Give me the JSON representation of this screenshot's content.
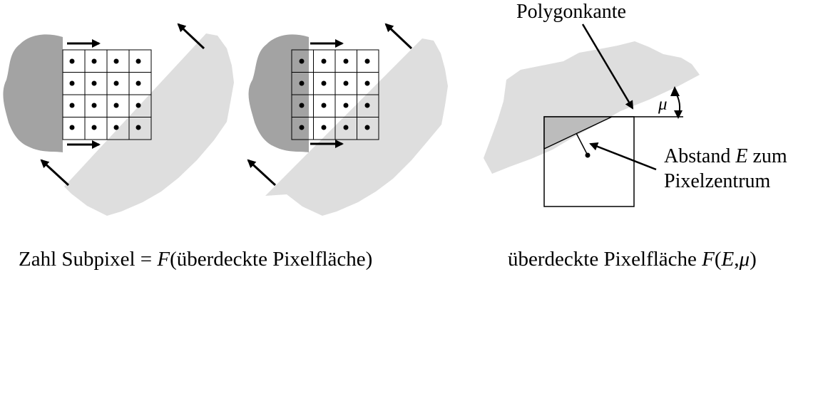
{
  "labels": {
    "edge": "Polygonkante",
    "mu_symbol": "μ",
    "distance_line1_prefix": "Abstand ",
    "distance_var": "E",
    "distance_line1_suffix": " zum",
    "distance_line2": "Pixelzentrum"
  },
  "captions": {
    "left_prefix": "Zahl Subpixel = ",
    "left_func": "F",
    "left_suffix": "(überdeckte Pixelfläche)",
    "right_prefix": "überdeckte Pixelfläche ",
    "right_func": "F",
    "right_open": "(",
    "right_var_e": "E",
    "right_comma": ",",
    "right_var_mu": "μ",
    "right_close": ")"
  },
  "colors": {
    "dark_shape": "#a3a3a3",
    "light_shape": "#dedede",
    "covered_triangle": "#bcbcbc",
    "line": "#000000"
  }
}
